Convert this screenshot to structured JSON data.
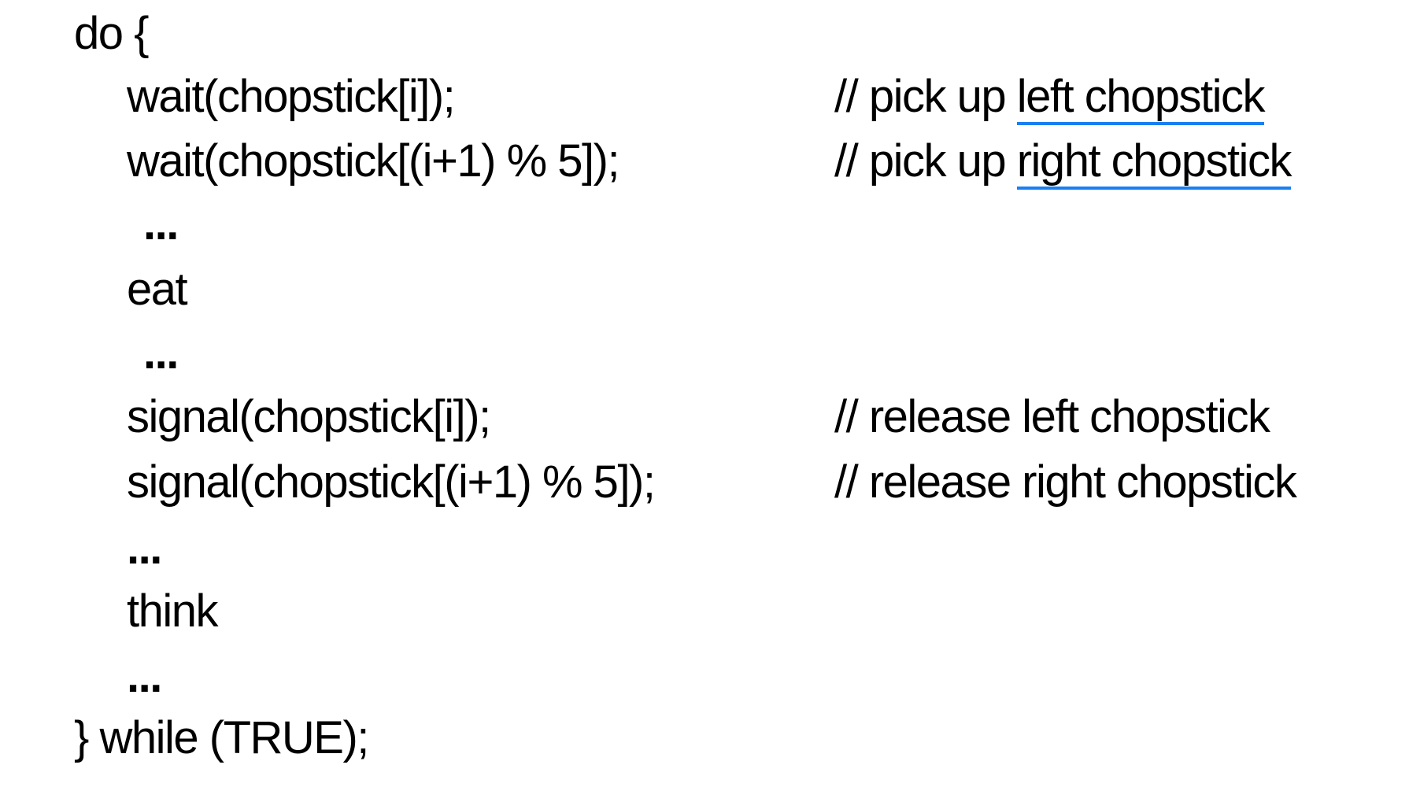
{
  "code": {
    "do_open": "do {",
    "wait_left": "wait(chopstick[i]);",
    "wait_right": "wait(chopstick[(i+1) % 5]);",
    "ellipsis_1": "...",
    "eat": "eat",
    "ellipsis_2": "...",
    "signal_left": "signal(chopstick[i]);",
    "signal_right": "signal(chopstick[(i+1) % 5]);",
    "ellipsis_3": "...",
    "think": "think",
    "ellipsis_4": "...",
    "while_close": "} while (TRUE);"
  },
  "comments": {
    "pick_left_prefix": "// pick up ",
    "pick_left_highlight": "left chopstick",
    "pick_right_prefix": "// pick up ",
    "pick_right_highlight": "right chopstick",
    "release_left": "// release left chopstick",
    "release_right": "// release right chopstick"
  },
  "colors": {
    "underline": "#1a7ff0"
  }
}
